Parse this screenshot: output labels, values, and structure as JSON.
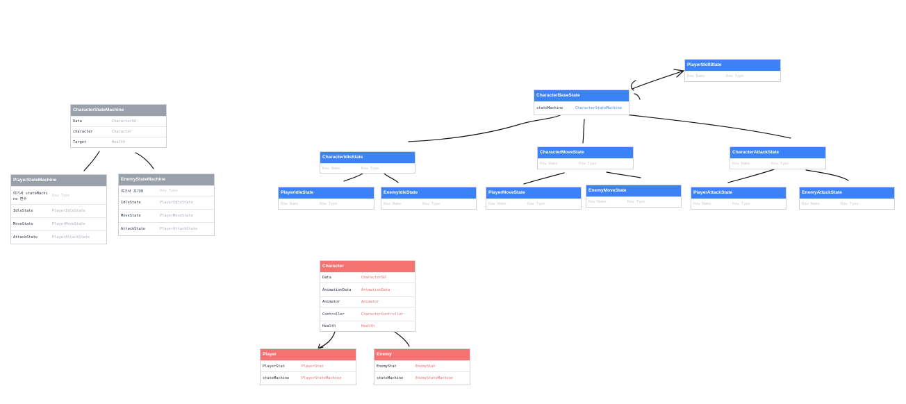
{
  "placeholder": {
    "name": "Row Name",
    "type": "Row Type"
  },
  "tables": {
    "character_state_machine": {
      "title": "CharacterStateMachine",
      "rows": [
        {
          "name": "Data",
          "type": "CharacterSO"
        },
        {
          "name": "character",
          "type": "Character"
        },
        {
          "name": "Target",
          "type": "Health"
        }
      ]
    },
    "player_state_machine": {
      "title": "PlayerStateMachine",
      "rows": [
        {
          "name": "여기서 stateMachine 변수",
          "type": "Row Type"
        },
        {
          "name": "IdleState",
          "type": "PlayerIdleState"
        },
        {
          "name": "MoveState",
          "type": "PlayerMoveState"
        },
        {
          "name": "AttackState",
          "type": "PlayerAttackState"
        }
      ]
    },
    "enemy_state_machine": {
      "title": "EnemyStateMachine",
      "rows": [
        {
          "name": "여기서 초기화",
          "type": "Row Type"
        },
        {
          "name": "IdleState",
          "type": "PlayerIdleState"
        },
        {
          "name": "MoveState",
          "type": "PlayerMoveState"
        },
        {
          "name": "AttackState",
          "type": "PlayerAttackState"
        }
      ]
    },
    "player_skill_state": {
      "title": "PlayerSkillState"
    },
    "character_base_state": {
      "title": "CharacterBaseState",
      "rows": [
        {
          "name": "stateMachine",
          "type": "CharacterStateMachine"
        }
      ]
    },
    "character_idle_state": {
      "title": "CharacterIdleState"
    },
    "character_move_state": {
      "title": "CharacterMoveState"
    },
    "character_attack_state": {
      "title": "CharacterAttackState"
    },
    "player_idle_state": {
      "title": "PlayerIdleState"
    },
    "enemy_idle_state": {
      "title": "EnemyIdleState"
    },
    "player_move_state": {
      "title": "PlayerMoveState"
    },
    "enemy_move_state": {
      "title": "EnemyMoveState"
    },
    "player_attack_state": {
      "title": "PlayerAttackState"
    },
    "enemy_attack_state": {
      "title": "EnemyAttackState"
    },
    "character": {
      "title": "Character",
      "rows": [
        {
          "name": "Data",
          "type": "CharacterSO"
        },
        {
          "name": "AnimationData",
          "type": "AnimationData"
        },
        {
          "name": "Animator",
          "type": "Animator"
        },
        {
          "name": "Controller",
          "type": "CharacterController"
        },
        {
          "name": "Health",
          "type": "Health"
        }
      ]
    },
    "player": {
      "title": "Player",
      "rows": [
        {
          "name": "PlayerStat",
          "type": "PlayerStat"
        },
        {
          "name": "stateMachine",
          "type": "PlayerStateMachine"
        }
      ]
    },
    "enemy": {
      "title": "Enemy",
      "rows": [
        {
          "name": "EnemyStat",
          "type": "EnemyStat"
        },
        {
          "name": "stateMachine",
          "type": "EnemyStateMachine"
        }
      ]
    }
  }
}
